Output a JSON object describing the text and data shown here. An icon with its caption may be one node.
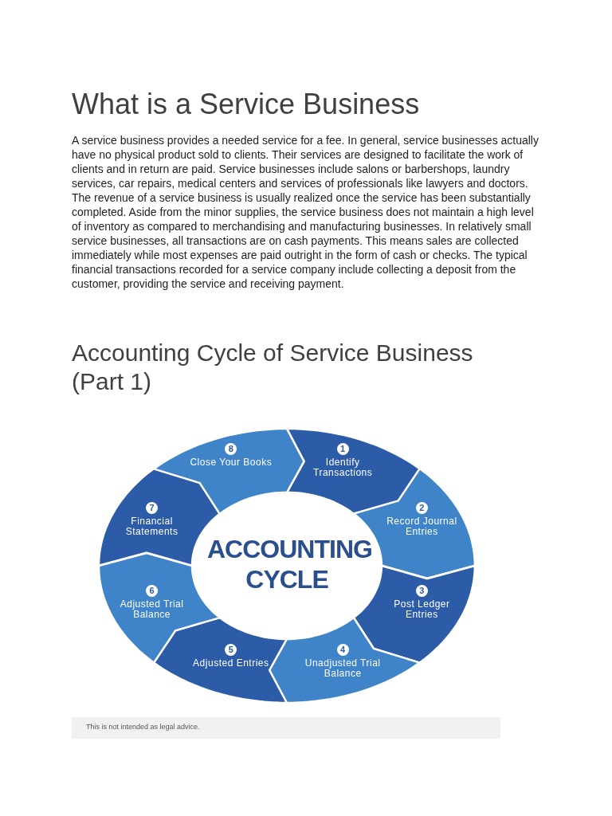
{
  "diagram": {
    "title": "What is a Service Business",
    "nodes": [
      {
        "text": [
          "ACCOUNTING CYCLE"
        ]
      },
      {
        "text": [
          "1",
          "Identify Transactions"
        ]
      },
      {
        "text": [
          "2",
          "Record Journal Entries"
        ]
      },
      {
        "text": [
          "3",
          "Post Ledger Entries"
        ]
      },
      {
        "text": [
          "4",
          "Unadjusted Trial Balance"
        ]
      },
      {
        "text": [
          "5",
          "Adjusted Entries"
        ]
      },
      {
        "text": [
          "6",
          "Adjusted Trial Balance"
        ]
      },
      {
        "text": [
          "7",
          "Financial Statements"
        ]
      },
      {
        "text": [
          "8",
          "Close Your Books"
        ]
      }
    ],
    "labels": [
      "A service business provides a needed service for a fee. In general, service businesses actually have no physical product sold to clients. Their services are designed to facilitate the work of clients and in return are paid. Service businesses include salons or barbershops, laundry services, car repairs, medical centers and services of professionals like lawyers and doctors. The revenue of a service business is usually realized once the service has been substantially completed. Aside from the minor supplies, the service business does not maintain a high level of inventory as compared to merchandising and manufacturing businesses. In relatively small service businesses, all transactions are on cash payments. This means sales are collected immediately while most expenses are paid outright in the form of cash or checks. The typical financial transactions recorded for a service company include collecting a deposit from the customer, providing the service and receiving payment.",
      "Accounting Cycle of Service Business (Part 1)",
      "This is not intended as legal advice."
    ]
  }
}
